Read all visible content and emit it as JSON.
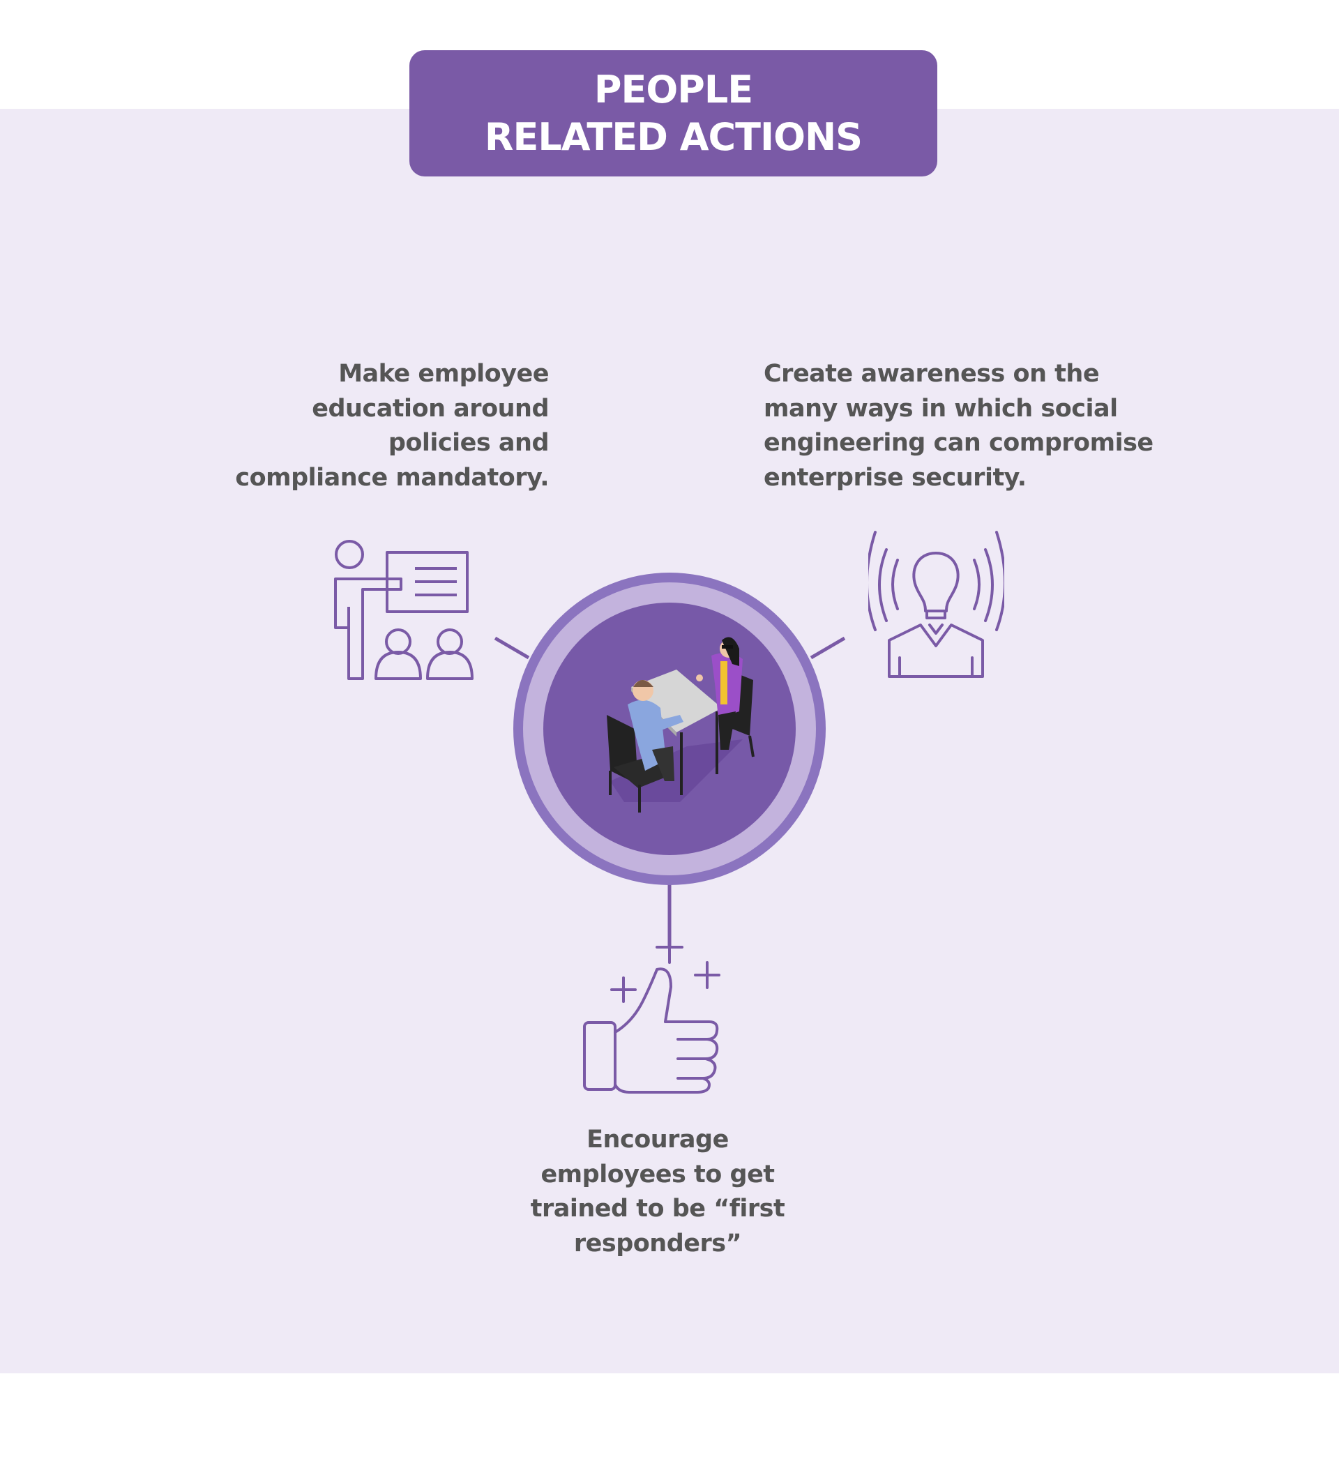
{
  "title": {
    "line1": "PEOPLE",
    "line2": "RELATED ACTIONS"
  },
  "items": [
    {
      "icon": "presentation-training-icon",
      "lines": [
        "Make employee",
        "education around",
        "policies and",
        "compliance mandatory."
      ]
    },
    {
      "icon": "idea-person-broadcast-icon",
      "lines": [
        "Create awareness on the",
        "many ways in which social",
        "engineering can compromise",
        "enterprise security."
      ]
    },
    {
      "icon": "thumbs-up-icon",
      "lines": [
        "Encourage",
        "employees to get",
        "trained to be “first",
        "responders”"
      ]
    }
  ],
  "colors": {
    "accent": "#7a5aa6",
    "background": "#efeaf6",
    "ring_outer": "#8b74bf",
    "ring_inner": "#c3b3dd",
    "text": "#555555"
  }
}
